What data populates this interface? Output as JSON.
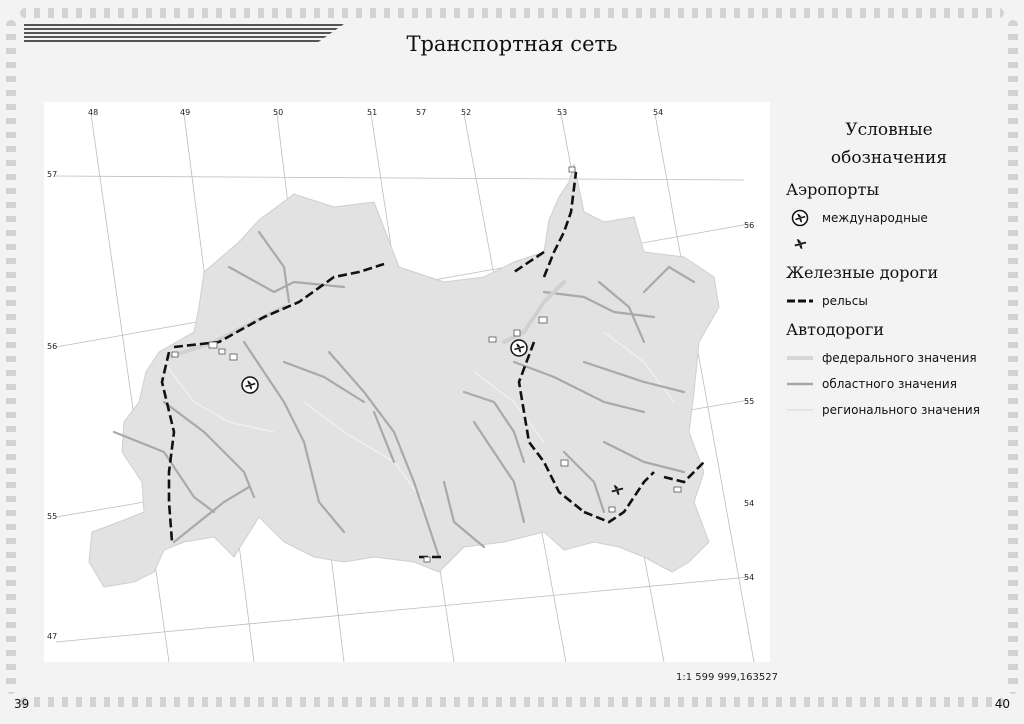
{
  "page": {
    "title": "Транспортная сеть",
    "page_left": "39",
    "page_right": "40",
    "scale": "1:1 599 999,163527"
  },
  "map": {
    "lon_labels_top": [
      "48",
      "49",
      "50",
      "51",
      "57",
      "52",
      "53",
      "54"
    ],
    "lat_labels_left": [
      "57",
      "56",
      "55",
      "47"
    ],
    "lat_labels_right": [
      "56",
      "55",
      "54",
      "54"
    ]
  },
  "legend": {
    "title": "Условные\nобозначения",
    "airports_header": "Аэропорты",
    "airport_international": "международные",
    "airport_other": "",
    "railways_header": "Железные дороги",
    "rails": "рельсы",
    "roads_header": "Автодороги",
    "road_federal": "федерального значения",
    "road_regional": "областного значения",
    "road_local": "регионального значения"
  },
  "icons": {
    "airport_international": "airplane-in-circle-icon",
    "airport_other": "airplane-icon"
  },
  "colors": {
    "territory": "#e2e2e2",
    "road_federal": "#d6d6d6",
    "road_regional": "#a7a7a7",
    "road_local": "#e9e9e9",
    "rail": "#111111"
  }
}
